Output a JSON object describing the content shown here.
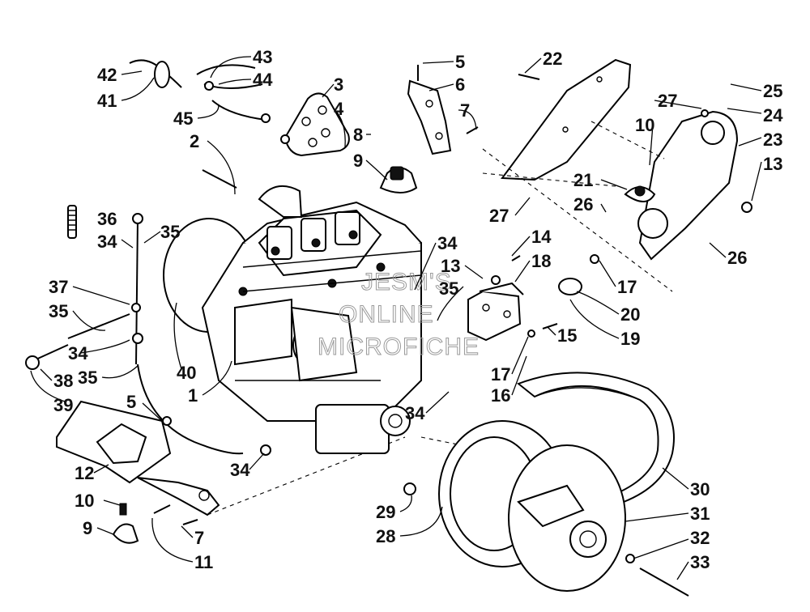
{
  "callouts": [
    {
      "id": "c42",
      "text": "42"
    },
    {
      "id": "c41",
      "text": "41"
    },
    {
      "id": "c43",
      "text": "43"
    },
    {
      "id": "c44",
      "text": "44"
    },
    {
      "id": "c45",
      "text": "45"
    },
    {
      "id": "c3",
      "text": "3"
    },
    {
      "id": "c4",
      "text": "4"
    },
    {
      "id": "c2",
      "text": "2"
    },
    {
      "id": "c5a",
      "text": "5"
    },
    {
      "id": "c6",
      "text": "6"
    },
    {
      "id": "c7a",
      "text": "7"
    },
    {
      "id": "c8",
      "text": "8"
    },
    {
      "id": "c9a",
      "text": "9"
    },
    {
      "id": "c22",
      "text": "22"
    },
    {
      "id": "c27a",
      "text": "27"
    },
    {
      "id": "c10a",
      "text": "10"
    },
    {
      "id": "c25",
      "text": "25"
    },
    {
      "id": "c24",
      "text": "24"
    },
    {
      "id": "c23",
      "text": "23"
    },
    {
      "id": "c13a",
      "text": "13"
    },
    {
      "id": "c21",
      "text": "21"
    },
    {
      "id": "c26a",
      "text": "26"
    },
    {
      "id": "c27b",
      "text": "27"
    },
    {
      "id": "c26b",
      "text": "26"
    },
    {
      "id": "c36",
      "text": "36"
    },
    {
      "id": "c34a",
      "text": "34"
    },
    {
      "id": "c35a",
      "text": "35"
    },
    {
      "id": "c34b",
      "text": "34"
    },
    {
      "id": "c14",
      "text": "14"
    },
    {
      "id": "c13b",
      "text": "13"
    },
    {
      "id": "c18",
      "text": "18"
    },
    {
      "id": "c35b",
      "text": "35"
    },
    {
      "id": "c17a",
      "text": "17"
    },
    {
      "id": "c20",
      "text": "20"
    },
    {
      "id": "c19",
      "text": "19"
    },
    {
      "id": "c37",
      "text": "37"
    },
    {
      "id": "c35c",
      "text": "35"
    },
    {
      "id": "c34c",
      "text": "34"
    },
    {
      "id": "c15",
      "text": "15"
    },
    {
      "id": "c17b",
      "text": "17"
    },
    {
      "id": "c16",
      "text": "16"
    },
    {
      "id": "c35d",
      "text": "35"
    },
    {
      "id": "c40",
      "text": "40"
    },
    {
      "id": "c38",
      "text": "38"
    },
    {
      "id": "c39",
      "text": "39"
    },
    {
      "id": "c1",
      "text": "1"
    },
    {
      "id": "c34d",
      "text": "34"
    },
    {
      "id": "c5b",
      "text": "5"
    },
    {
      "id": "c12",
      "text": "12"
    },
    {
      "id": "c34e",
      "text": "34"
    },
    {
      "id": "c30",
      "text": "30"
    },
    {
      "id": "c10b",
      "text": "10"
    },
    {
      "id": "c29",
      "text": "29"
    },
    {
      "id": "c31",
      "text": "31"
    },
    {
      "id": "c9b",
      "text": "9"
    },
    {
      "id": "c7b",
      "text": "7"
    },
    {
      "id": "c28",
      "text": "28"
    },
    {
      "id": "c32",
      "text": "32"
    },
    {
      "id": "c33",
      "text": "33"
    },
    {
      "id": "c11",
      "text": "11"
    }
  ],
  "watermark": {
    "line1": "JESM'S",
    "line2": "ONLINE",
    "line3": "MICROFICHE"
  }
}
